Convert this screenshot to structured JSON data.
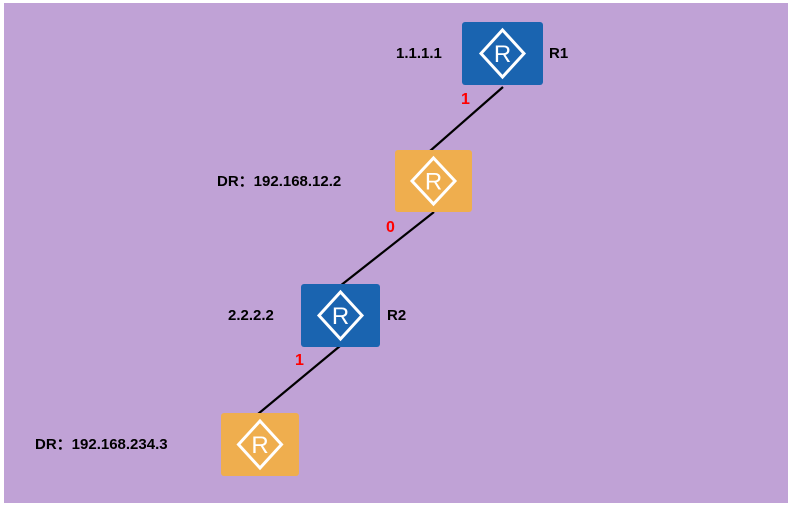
{
  "colors": {
    "background": "#c0a2d6",
    "router_blue": "#1a64b0",
    "router_orange": "#efae4e",
    "link": "#000000",
    "cost_text": "#ff0000"
  },
  "nodes": {
    "r1": {
      "icon": "router-icon",
      "name": "R1",
      "ip": "1.1.1.1"
    },
    "dr1": {
      "icon": "router-icon",
      "label": "DR：192.168.12.2"
    },
    "r2": {
      "icon": "router-icon",
      "name": "R2",
      "ip": "2.2.2.2"
    },
    "dr2": {
      "icon": "router-icon",
      "label": "DR：192.168.234.3"
    }
  },
  "costs": {
    "r1_dr1": "1",
    "dr1_r2": "0",
    "r2_dr2": "1"
  }
}
